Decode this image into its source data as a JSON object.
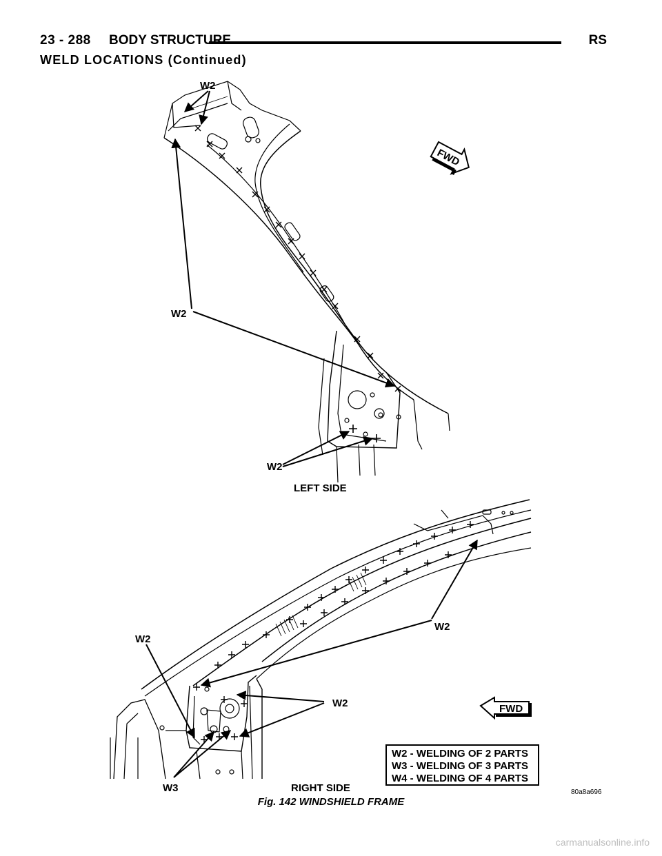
{
  "header": {
    "page_number": "23 - 288",
    "section": "BODY STRUCTURE",
    "code": "RS"
  },
  "section_title": "WELD LOCATIONS (Continued)",
  "figure": {
    "left_side": {
      "caption": "LEFT SIDE",
      "fwd_label": "FWD",
      "callouts": [
        "W2",
        "W2",
        "W2"
      ]
    },
    "right_side": {
      "caption": "RIGHT SIDE",
      "fwd_label": "FWD",
      "callouts": [
        "W2",
        "W2",
        "W2",
        "W3"
      ]
    },
    "legend": [
      "W2 - WELDING OF 2 PARTS",
      "W3 - WELDING OF 3 PARTS",
      "W4 - WELDING OF 4 PARTS"
    ],
    "image_code": "80a8a696",
    "caption": "Fig. 142 WINDSHIELD FRAME"
  },
  "watermark": "carmanualsonline.info"
}
